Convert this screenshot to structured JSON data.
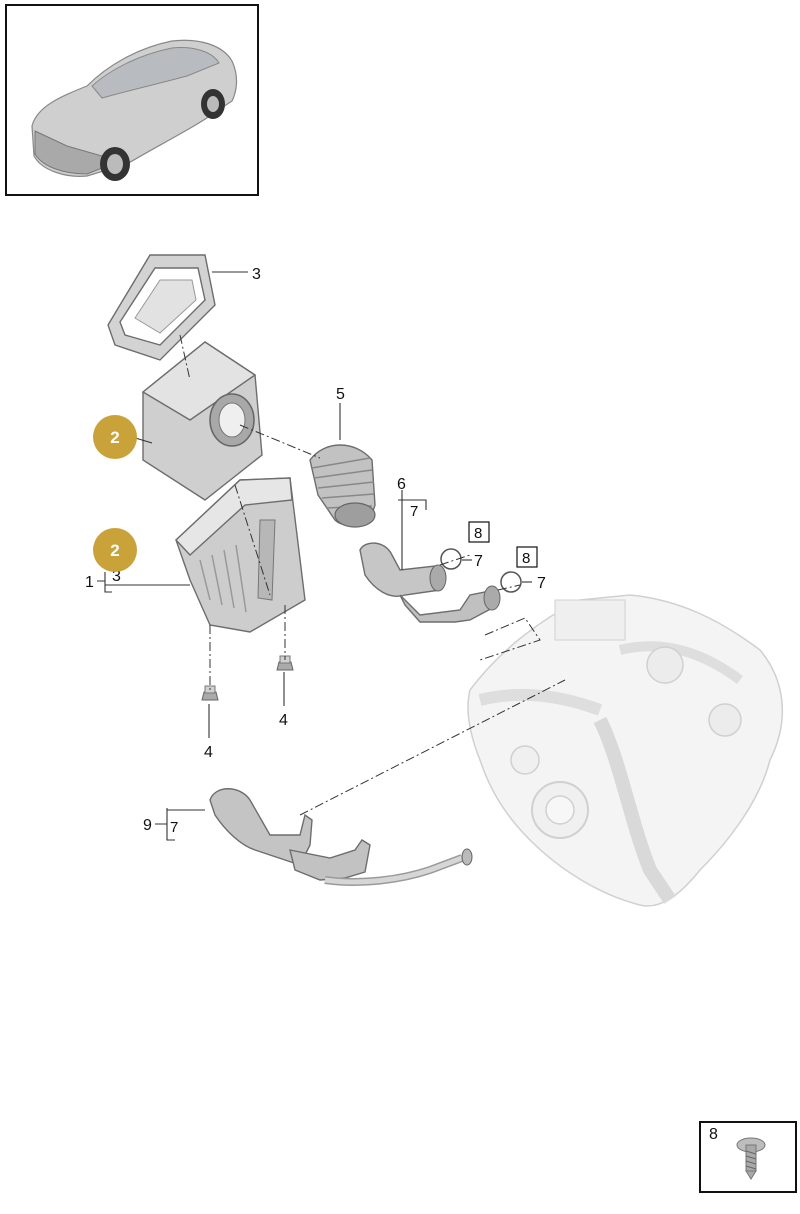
{
  "thumbnail": {
    "icon": "car-suv-icon"
  },
  "callouts": {
    "c1": "1",
    "c2a": "2",
    "c2b": "2",
    "c3a": "3",
    "c3b": "3",
    "c4a": "4",
    "c4b": "4",
    "c5": "5",
    "c6": "6",
    "c7a": "7",
    "c7b": "7",
    "c7c": "7",
    "c7d": "7",
    "c8a": "8",
    "c8b": "8",
    "c9": "9"
  },
  "inset": {
    "number": "8",
    "icon": "bolt-screw-icon"
  },
  "colors": {
    "badge": "#c9a23a",
    "part_fill": "#c8c8c8",
    "engine_fill": "#ececec"
  }
}
